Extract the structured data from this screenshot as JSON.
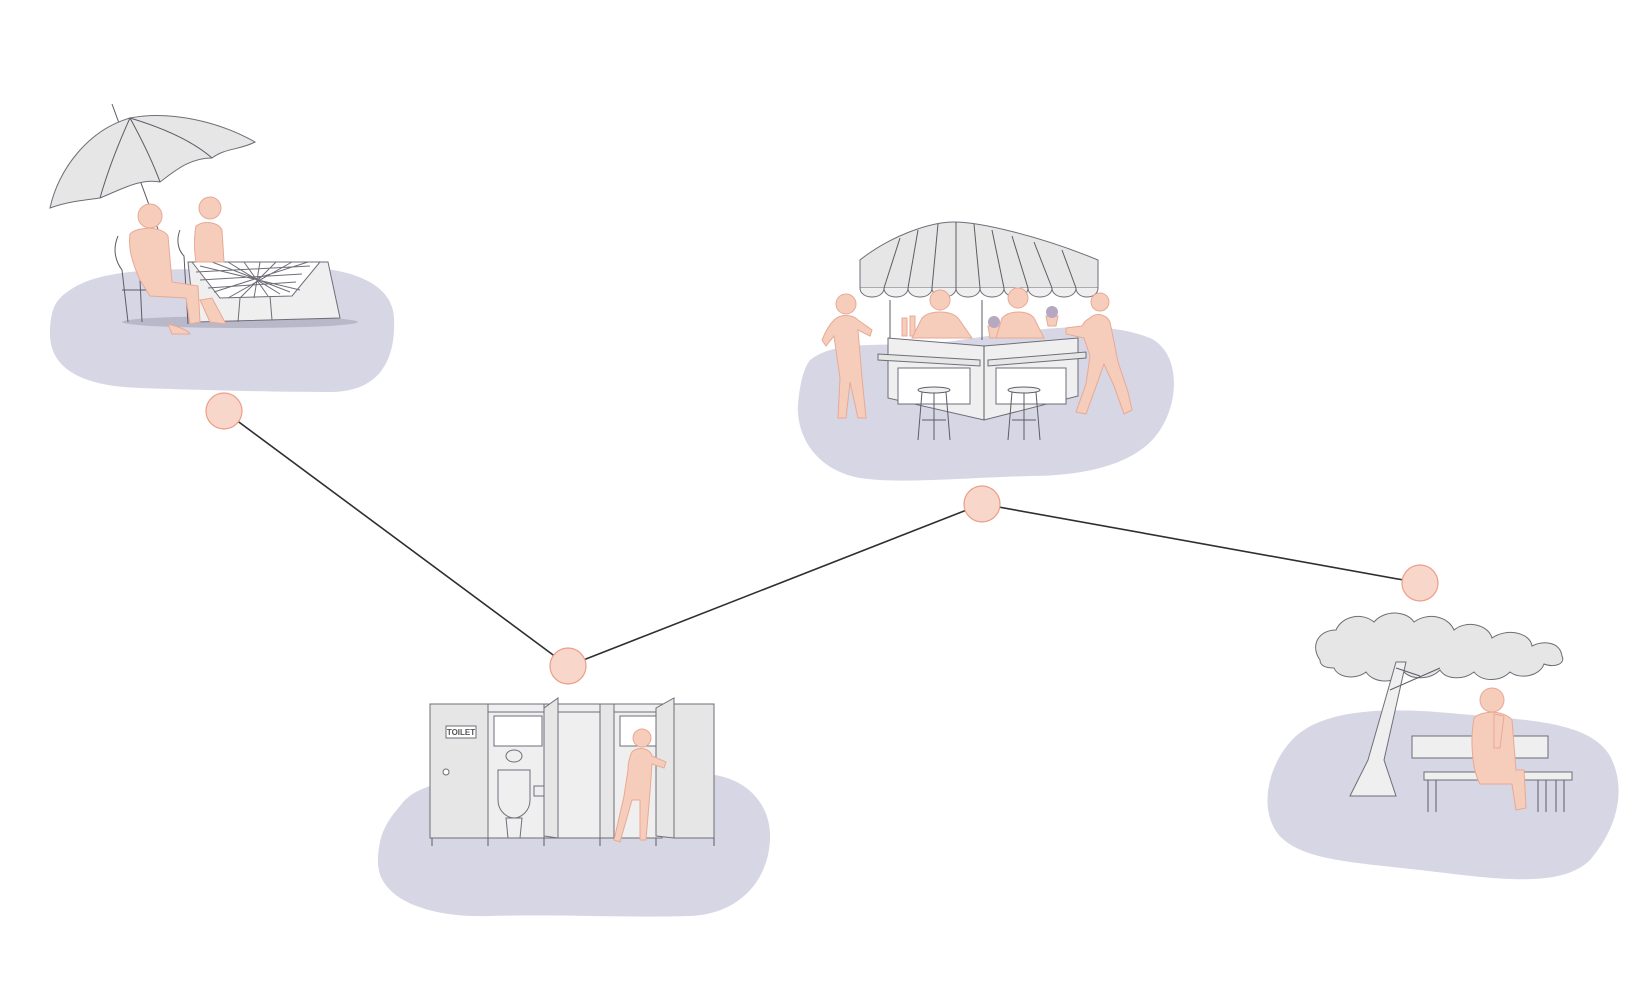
{
  "toilet_sign": "TOILET",
  "colors": {
    "background": "#ffffff",
    "blob": "#d7d6e4",
    "node_fill": "#f8d6c9",
    "node_stroke": "#ec9d8a",
    "figure": "#f6cdbb",
    "object": "#e6e6e6",
    "edge": "#2e2e34"
  },
  "scenes": [
    {
      "id": "umbrella-cafe",
      "icon": "umbrella-table-scene-icon"
    },
    {
      "id": "toilet",
      "icon": "toilet-stalls-scene-icon"
    },
    {
      "id": "food-kiosk",
      "icon": "kiosk-scene-icon"
    },
    {
      "id": "park-bench",
      "icon": "tree-bench-scene-icon"
    }
  ],
  "path_order": [
    "umbrella-cafe",
    "toilet",
    "food-kiosk",
    "park-bench"
  ]
}
